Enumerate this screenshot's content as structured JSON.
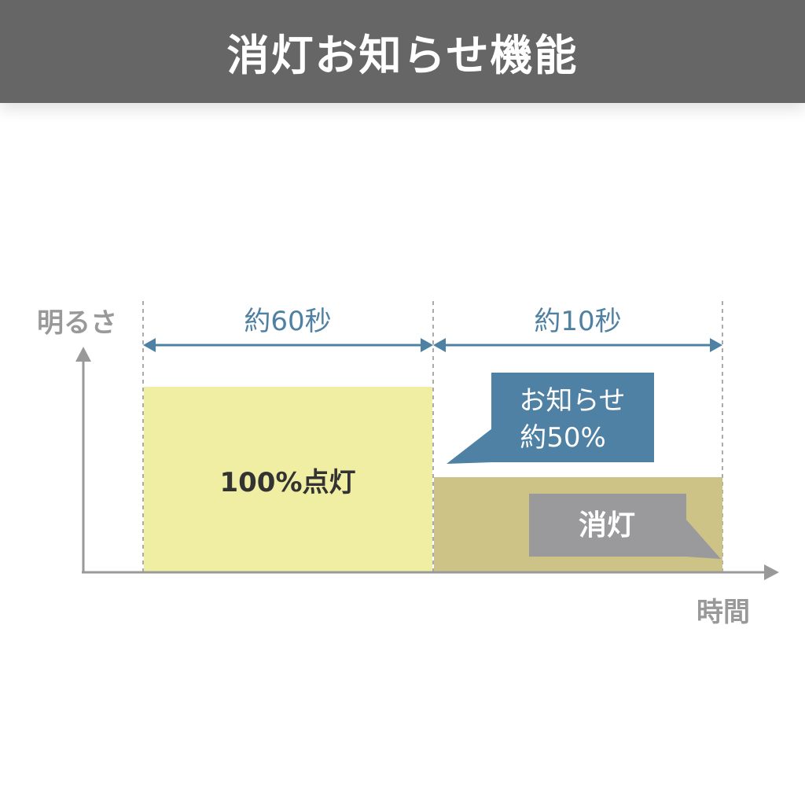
{
  "header": {
    "title": "消灯お知らせ機能"
  },
  "diagram": {
    "y_axis_label": "明るさ",
    "x_axis_label": "時間",
    "phases": [
      {
        "duration_label": "約60秒",
        "fill_label": "100%点灯",
        "brightness_percent": 100,
        "color": "#f0eea3"
      },
      {
        "duration_label": "約10秒",
        "brightness_percent": 50,
        "color": "#cdc386"
      }
    ],
    "callout_notice": {
      "line1": "お知らせ",
      "line2": "約50%",
      "color": "#4e81a3"
    },
    "callout_off": {
      "label": "消灯",
      "color": "#9a9a9c"
    },
    "colors": {
      "axis": "#999999",
      "dimension_arrow": "#4e81a3",
      "dimension_text": "#4e81a3",
      "guide_line": "#aaaaaa",
      "body_text": "#333333"
    }
  }
}
